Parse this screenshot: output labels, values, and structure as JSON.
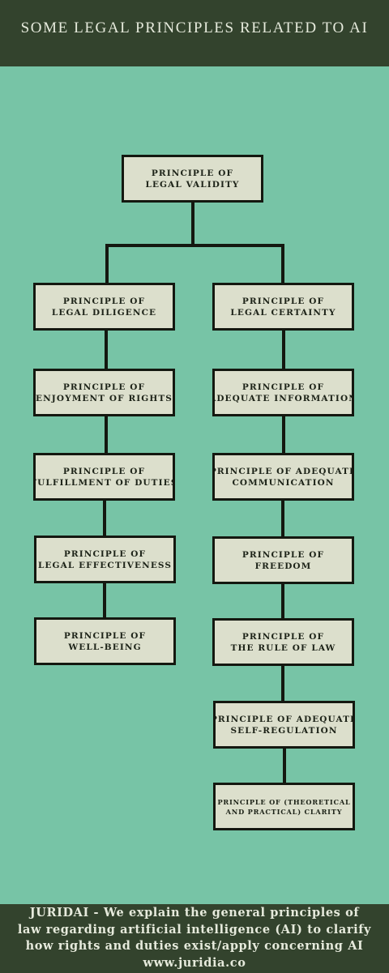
{
  "header": {
    "title": "SOME LEGAL PRINCIPLES RELATED TO AI"
  },
  "diagram": {
    "root": {
      "lines": [
        "PRINCIPLE OF",
        "LEGAL VALIDITY"
      ]
    },
    "left_branch": [
      {
        "lines": [
          "PRINCIPLE OF",
          "LEGAL DILIGENCE"
        ]
      },
      {
        "lines": [
          "PRINCIPLE OF",
          "ENJOYMENT OF RIGHTS"
        ]
      },
      {
        "lines": [
          "PRINCIPLE OF",
          "FULFILLMENT OF DUTIES"
        ]
      },
      {
        "lines": [
          "PRINCIPLE OF",
          "LEGAL EFFECTIVENESS"
        ]
      },
      {
        "lines": [
          "PRINCIPLE OF",
          "WELL-BEING"
        ]
      }
    ],
    "right_branch": [
      {
        "lines": [
          "PRINCIPLE OF",
          "LEGAL CERTAINTY"
        ]
      },
      {
        "lines": [
          "PRINCIPLE OF",
          "ADEQUATE INFORMATION"
        ]
      },
      {
        "lines": [
          "PRINCIPLE OF ADEQUATE",
          "COMMUNICATION"
        ]
      },
      {
        "lines": [
          "PRINCIPLE OF",
          "FREEDOM"
        ]
      },
      {
        "lines": [
          "PRINCIPLE OF",
          "THE RULE OF LAW"
        ]
      },
      {
        "lines": [
          "PRINCIPLE OF ADEQUATE",
          "SELF-REGULATION"
        ]
      },
      {
        "lines": [
          "PRINCIPLE OF (THEORETICAL",
          "AND PRACTICAL) CLARITY"
        ]
      }
    ]
  },
  "footer": {
    "lines": [
      "JURIDAI - We explain the general principles of",
      "law regarding artificial intelligence (AI) to clarify",
      "how rights and duties exist/apply concerning AI",
      "www.juridia.co"
    ]
  }
}
